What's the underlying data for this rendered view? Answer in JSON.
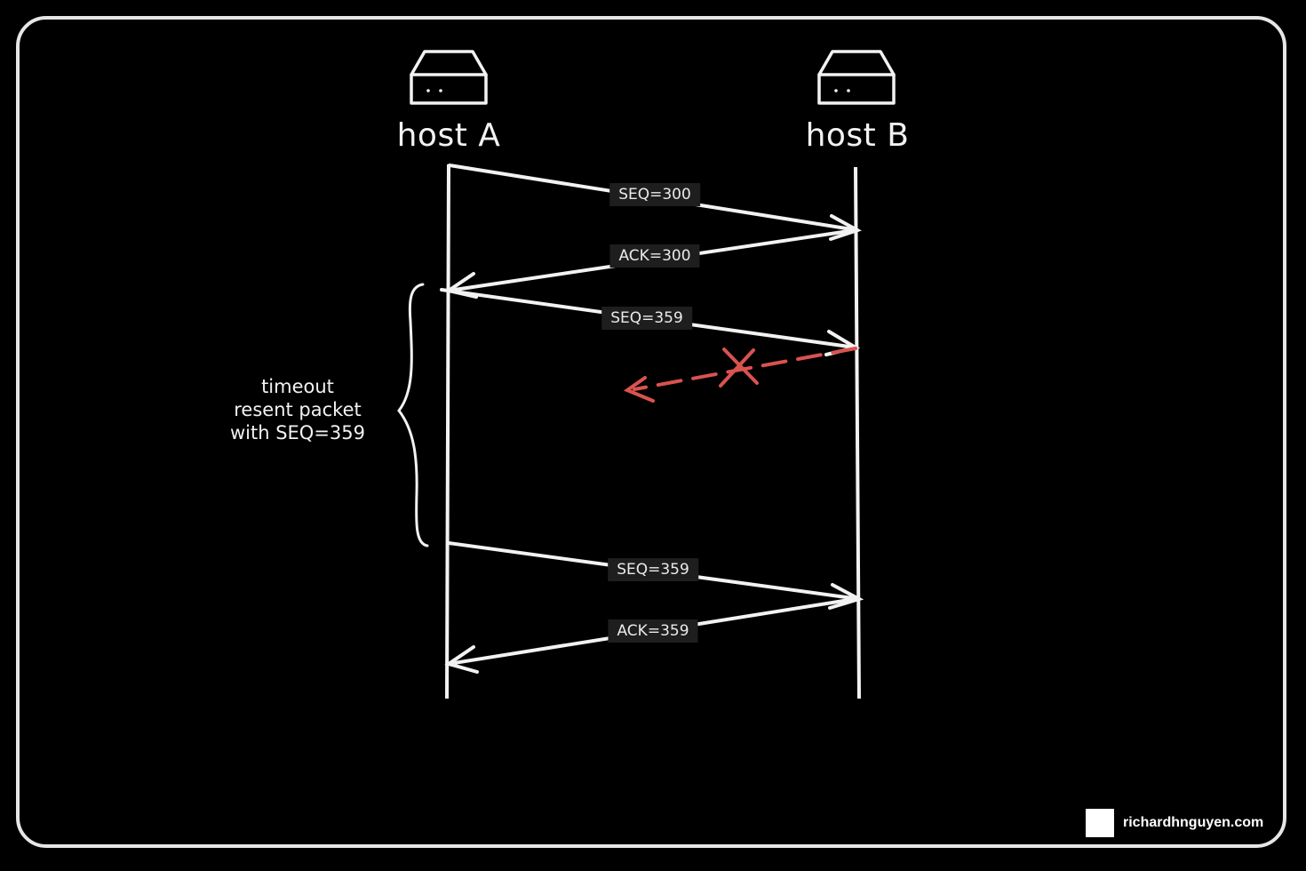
{
  "hosts": [
    {
      "label": "host A",
      "icon": "server-icon"
    },
    {
      "label": "host B",
      "icon": "server-icon"
    }
  ],
  "messages": [
    {
      "label": "SEQ=300",
      "from": "host A",
      "to": "host B",
      "status": "delivered"
    },
    {
      "label": "ACK=300",
      "from": "host B",
      "to": "host A",
      "status": "delivered"
    },
    {
      "label": "SEQ=359",
      "from": "host A",
      "to": "host B",
      "status": "delivered"
    },
    {
      "label": "",
      "from": "host B",
      "to": "host A",
      "status": "lost"
    },
    {
      "label": "SEQ=359",
      "from": "host A",
      "to": "host B",
      "status": "delivered"
    },
    {
      "label": "ACK=359",
      "from": "host B",
      "to": "host A",
      "status": "delivered"
    }
  ],
  "annotation": {
    "lines": [
      "timeout",
      "resent packet",
      "with SEQ=359"
    ]
  },
  "brand": {
    "text": "richardhnguyen.com"
  },
  "colors": {
    "background": "#000000",
    "foreground": "#f2f2f2",
    "lost": "#d9534f",
    "label_bg": "#1e1e1e"
  }
}
